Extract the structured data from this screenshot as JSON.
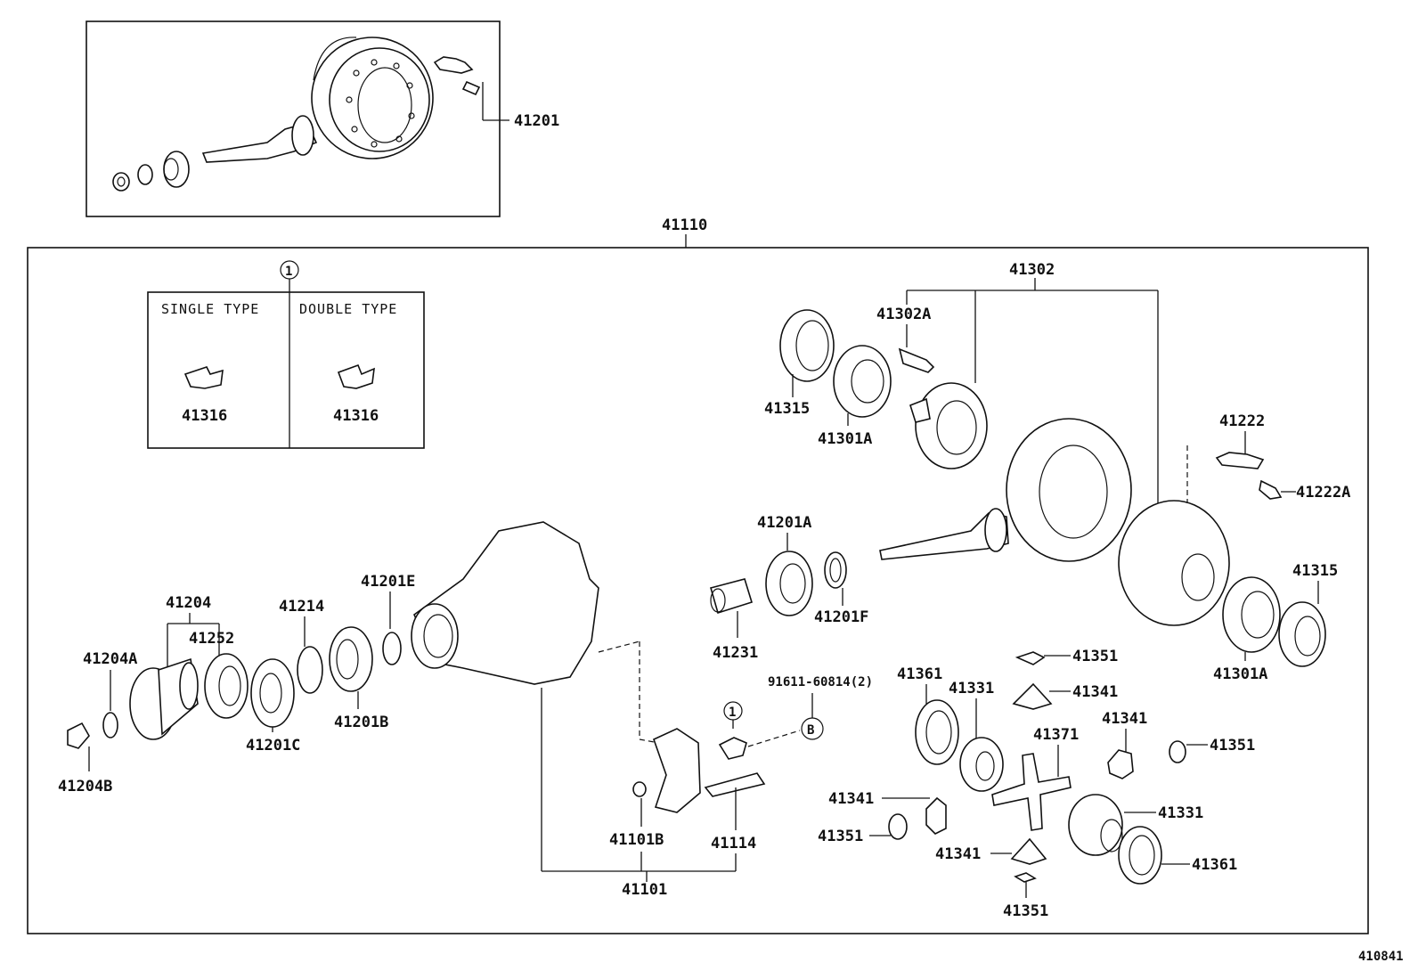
{
  "diagram_id": "410841",
  "callout_marker": "1",
  "ref_marker": "B",
  "inset": {
    "single_label": "SINGLE TYPE",
    "double_label": "DOUBLE TYPE",
    "single_part": "41316",
    "double_part": "41316"
  },
  "labels": {
    "p41201": "41201",
    "p41110": "41110",
    "p41302": "41302",
    "p41302A": "41302A",
    "p41315_top": "41315",
    "p41301A_top": "41301A",
    "p41222": "41222",
    "p41222A": "41222A",
    "p41315_right": "41315",
    "p41301A_right": "41301A",
    "p41201A": "41201A",
    "p41201F": "41201F",
    "p41231": "41231",
    "p41201E": "41201E",
    "p41214": "41214",
    "p41204": "41204",
    "p41252": "41252",
    "p41204A": "41204A",
    "p41204B": "41204B",
    "p41201C": "41201C",
    "p41201B": "41201B",
    "p91611": "91611-60814(2)",
    "p41101B": "41101B",
    "p41114": "41114",
    "p41101": "41101",
    "p41361_top": "41361",
    "p41331_top": "41331",
    "p41351_a": "41351",
    "p41341_a": "41341",
    "p41341_b": "41341",
    "p41351_b": "41351",
    "p41371": "41371",
    "p41341_c": "41341",
    "p41351_c": "41351",
    "p41331_bottom": "41331",
    "p41341_d": "41341",
    "p41361_bottom": "41361",
    "p41351_d": "41351"
  }
}
